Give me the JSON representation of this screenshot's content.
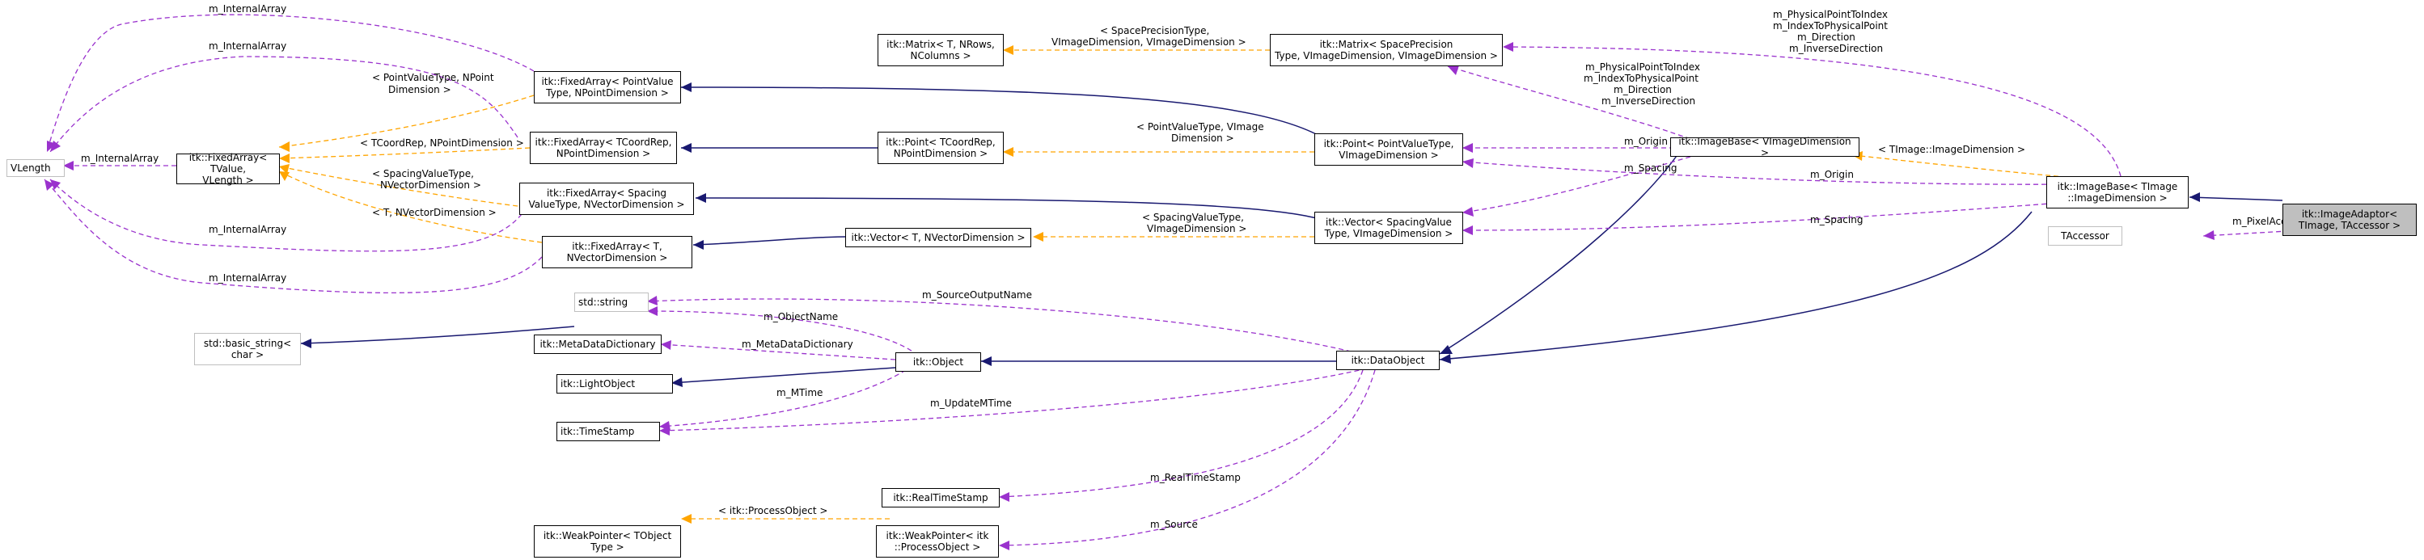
{
  "nodes": {
    "vlength": "VLength",
    "fixedarray_tvalue": "itk::FixedArray< TValue,\nVLength >",
    "fixedarray_pointvalue": "itk::FixedArray< PointValue\nType, NPointDimension >",
    "fixedarray_tcoordrep": "itk::FixedArray< TCoordRep,\nNPointDimension >",
    "fixedarray_spacing": "itk::FixedArray< Spacing\nValueType, NVectorDimension >",
    "fixedarray_t": "itk::FixedArray< T,\nNVectorDimension >",
    "matrix_generic": "itk::Matrix< T, NRows,\nNColumns >",
    "matrix_spacing": "itk::Matrix< SpacePrecision\nType, VImageDimension, VImageDimension >",
    "point_tcoordrep": "itk::Point< TCoordRep,\nNPointDimension >",
    "point_pointvalue": "itk::Point< PointValueType,\nVImageDimension >",
    "vector_t": "itk::Vector< T, NVectorDimension >",
    "vector_spacing": "itk::Vector< SpacingValue\nType, VImageDimension >",
    "imagebase_vdim": "itk::ImageBase< VImageDimension >",
    "imagebase_timage": "itk::ImageBase< TImage\n::ImageDimension >",
    "imageadaptor": "itk::ImageAdaptor<\nTImage, TAccessor >",
    "taccessor": "TAccessor",
    "std_string": "std::string",
    "std_basic_string": "std::basic_string<\nchar >",
    "metadatadictionary": "itk::MetaDataDictionary",
    "lightobject": "itk::LightObject",
    "timestamp": "itk::TimeStamp",
    "object": "itk::Object",
    "dataobject": "itk::DataObject",
    "realtimestamp": "itk::RealTimeStamp",
    "weakpointer_tobject": "itk::WeakPointer< TObject\nType >",
    "weakpointer_processobject": "itk::WeakPointer< itk\n::ProcessObject >"
  },
  "edge_labels": {
    "internal_array_top": "m_InternalArray",
    "internal_array_2": "m_InternalArray",
    "internal_array_left": "m_InternalArray",
    "internal_array_3": "m_InternalArray",
    "internal_array_4": "m_InternalArray",
    "tmpl_pointvalue_npoint": "< PointValueType, NPoint\nDimension >",
    "tmpl_tcoordrep_npoint": "< TCoordRep, NPointDimension >",
    "tmpl_spacing_nvector": "< SpacingValueType,\nNVectorDimension >",
    "tmpl_t_nvector": "< T, NVectorDimension >",
    "tmpl_spaceprecision": "< SpacePrecisionType,\nVImageDimension, VImageDimension >",
    "tmpl_pointvalue_vimage": "< PointValueType, VImage\nDimension >",
    "tmpl_spacingvalue_vimage": "< SpacingValueType,\nVImageDimension >",
    "tmpl_timage_dimension": "< TImage::ImageDimension >",
    "tmpl_processobject": "< itk::ProcessObject >",
    "phys_top": "m_PhysicalPointToIndex\nm_IndexToPhysicalPoint\nm_Direction\nm_InverseDirection",
    "phys_mid": "m_PhysicalPointToIndex\nm_IndexToPhysicalPoint\nm_Direction\nm_InverseDirection",
    "origin_1": "m_Origin",
    "spacing_1": "m_Spacing",
    "origin_2": "m_Origin",
    "spacing_2": "m_Spacing",
    "pixel_accessor": "m_PixelAccessor",
    "source_output_name": "m_SourceOutputName",
    "object_name": "m_ObjectName",
    "metadata_dictionary": "m_MetaDataDictionary",
    "mtime": "m_MTime",
    "update_mtime": "m_UpdateMTime",
    "real_time_stamp": "m_RealTimeStamp",
    "source": "m_Source"
  },
  "colors": {
    "inheritance": "#191970",
    "usage": "#9a32cd",
    "template": "#ffa500",
    "focus_fill": "#bfbfbf"
  }
}
